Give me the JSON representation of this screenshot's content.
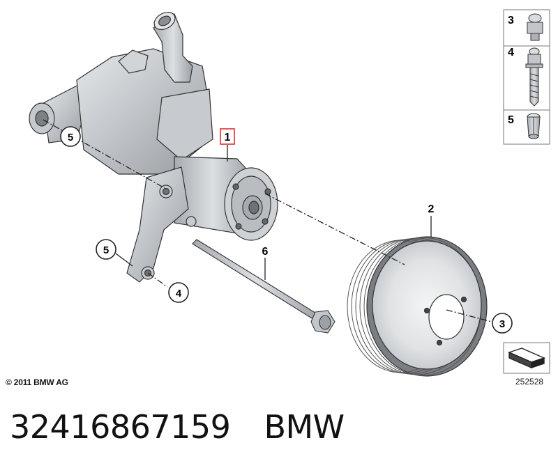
{
  "callouts": {
    "part_1": "1",
    "part_2": "2",
    "part_5_upper": "5",
    "part_5_lower": "5",
    "part_4": "4",
    "part_6": "6",
    "part_3": "3"
  },
  "legend": [
    {
      "number": "3",
      "icon": "hex-bolt-icon"
    },
    {
      "number": "4",
      "icon": "torx-bolt-icon"
    },
    {
      "number": "5",
      "icon": "dowel-sleeve-icon"
    }
  ],
  "copyright": "© 2011 BMW AG",
  "drawing_number": "252528",
  "footer": {
    "part_number": "32416867159",
    "brand": "BMW"
  },
  "colors": {
    "highlight": "#e03030",
    "line": "#222222",
    "metal_light": "#d6d9dc",
    "metal_mid": "#b9bdc1",
    "metal_dark": "#8d9297"
  }
}
